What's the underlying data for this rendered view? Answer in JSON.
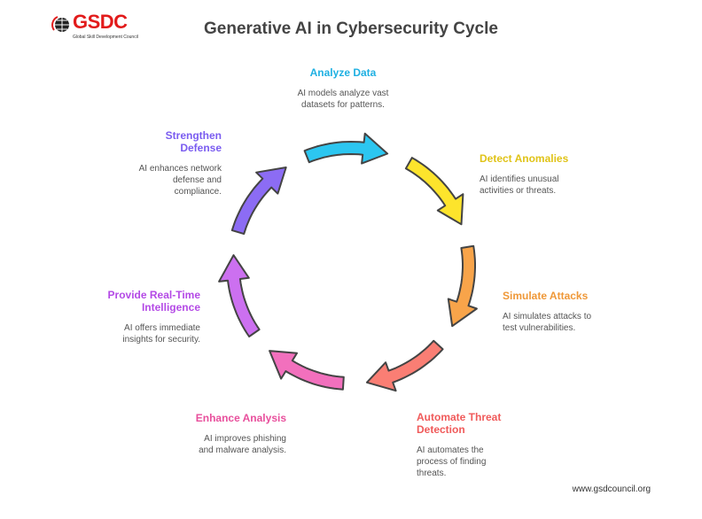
{
  "logo": {
    "text": "GSDC",
    "subtitle": "Global Skill Development Council"
  },
  "title": "Generative AI in Cybersecurity Cycle",
  "steps": [
    {
      "title": "Analyze Data",
      "desc": "AI models analyze vast datasets for patterns.",
      "color": "#1fb0e2",
      "fill": "#2cc6f0"
    },
    {
      "title": "Detect Anomalies",
      "desc": "AI identifies unusual activities or threats.",
      "color": "#e0c318",
      "fill": "#fde42c"
    },
    {
      "title": "Simulate Attacks",
      "desc": "AI simulates attacks to test vulnerabilities.",
      "color": "#ef9838",
      "fill": "#f8a44a"
    },
    {
      "title": "Automate Threat Detection",
      "desc": "AI automates the process of finding threats.",
      "color": "#f05a5a",
      "fill": "#fa7e74"
    },
    {
      "title": "Enhance Analysis",
      "desc": "AI improves phishing and malware analysis.",
      "color": "#e84f9c",
      "fill": "#f270bd"
    },
    {
      "title": "Provide Real-Time Intelligence",
      "desc": "AI offers immediate insights for security.",
      "color": "#b44ae6",
      "fill": "#cc70f0"
    },
    {
      "title": "Strengthen Defense",
      "desc": "AI enhances network defense and compliance.",
      "color": "#7a5cf0",
      "fill": "#8c6cf4"
    }
  ],
  "footer": "www.gsdcouncil.org"
}
